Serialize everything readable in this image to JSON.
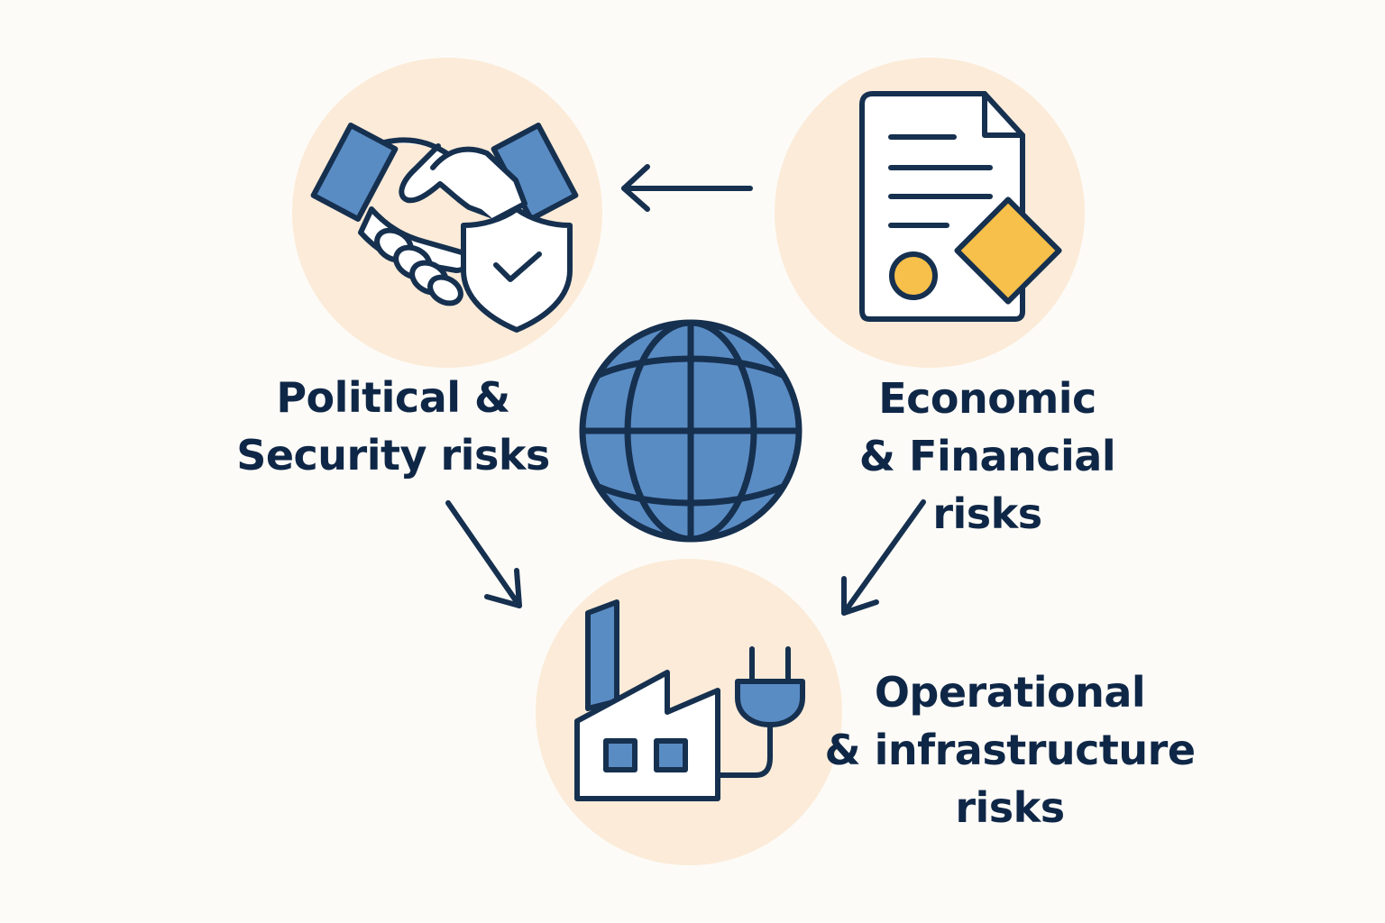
{
  "colors": {
    "background": "#fdfbf7",
    "circle_fill": "#fbebd8",
    "outline": "#16304f",
    "icon_blue": "#5a8cc4",
    "globe_blue": "#5a8cc4",
    "accent_yellow": "#f7c04a",
    "paper_white": "#ffffff"
  },
  "nodes": {
    "political": {
      "icon": "handshake-shield-icon",
      "lines": [
        "Political &",
        "Security risks"
      ]
    },
    "economic": {
      "icon": "document-certificate-icon",
      "lines": [
        "Economic",
        "& Financial",
        "risks"
      ]
    },
    "operational": {
      "icon": "factory-plug-icon",
      "lines": [
        "Operational",
        "& infrastructure",
        "risks"
      ]
    },
    "center": {
      "icon": "globe-icon"
    }
  },
  "edges": [
    {
      "from": "economic",
      "to": "political"
    },
    {
      "from": "political",
      "to": "operational"
    },
    {
      "from": "economic",
      "to": "operational"
    }
  ]
}
